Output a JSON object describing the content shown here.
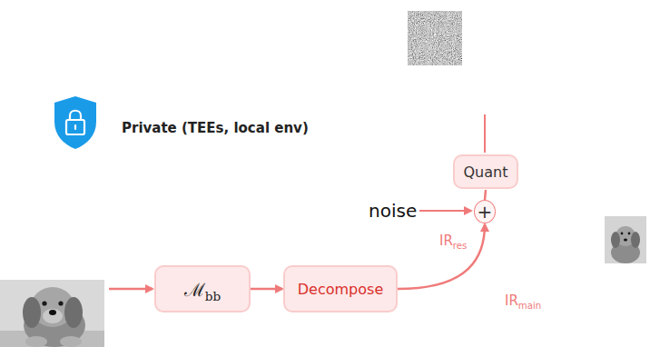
{
  "diagram": {
    "nodes": [
      {
        "text": [
          "Quant"
        ]
      },
      {
        "text": [
          "+"
        ]
      },
      {
        "text": [
          "ℳbb"
        ]
      },
      {
        "text": [
          "Decompose"
        ]
      }
    ],
    "edges": [
      {
        "from": 2,
        "to": 3,
        "arrow": "to"
      },
      {
        "from": 3,
        "to": 1,
        "label": "IRres",
        "arrow": "to"
      },
      {
        "from": 1,
        "to": 0,
        "arrow": "none"
      }
    ],
    "labels": [
      "Private (TEEs, local env)",
      "noise",
      "IRmain"
    ]
  }
}
